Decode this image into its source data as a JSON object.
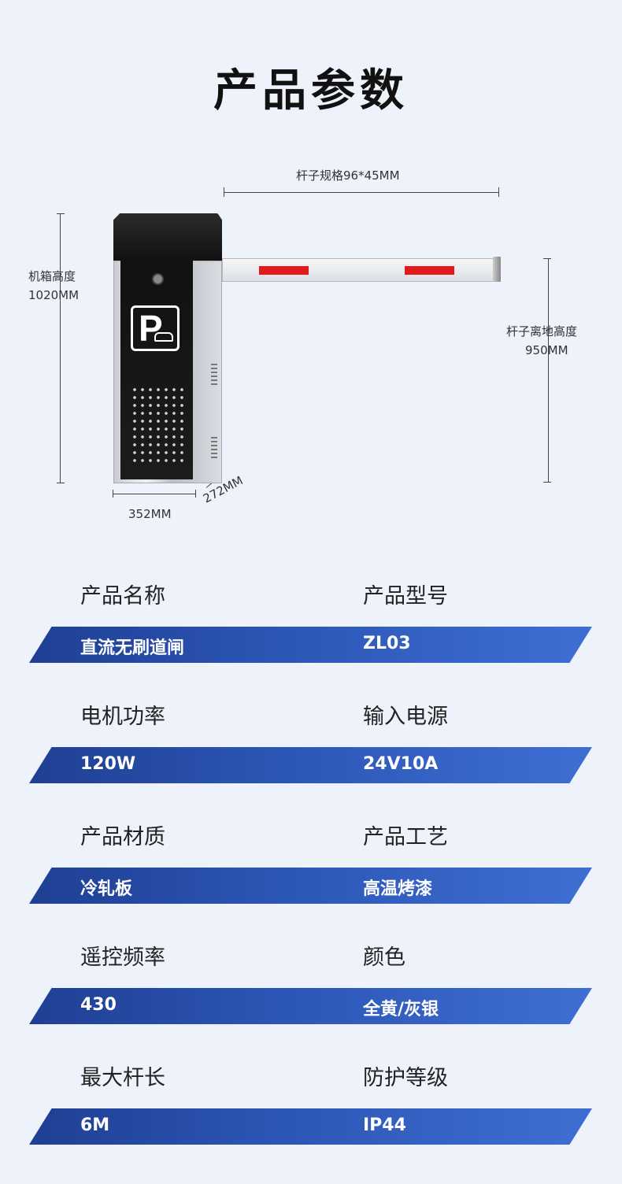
{
  "title": "产品参数",
  "dimensions": {
    "rod_spec": "杆子规格96*45MM",
    "box_height_label": "机箱高度",
    "box_height_value": "1020MM",
    "rod_height_label": "杆子离地高度",
    "rod_height_value": "950MM",
    "width": "352MM",
    "depth": "272MM"
  },
  "gate": {
    "sign_letter": "P"
  },
  "specs": [
    {
      "label_left": "产品名称",
      "value_left": "直流无刷道闸",
      "label_right": "产品型号",
      "value_right": "ZL03"
    },
    {
      "label_left": "电机功率",
      "value_left": "120W",
      "label_right": "输入电源",
      "value_right": "24V10A"
    },
    {
      "label_left": "产品材质",
      "value_left": "冷轧板",
      "label_right": "产品工艺",
      "value_right": "高温烤漆"
    },
    {
      "label_left": "遥控频率",
      "value_left": "430",
      "label_right": "颜色",
      "value_right": "全黄/灰银"
    },
    {
      "label_left": "最大杆长",
      "value_left": "6M",
      "label_right": "防护等级",
      "value_right": "IP44"
    }
  ],
  "colors": {
    "band": "#2c56b6",
    "stripe": "#e01b1b",
    "background": "#eef2fb"
  }
}
